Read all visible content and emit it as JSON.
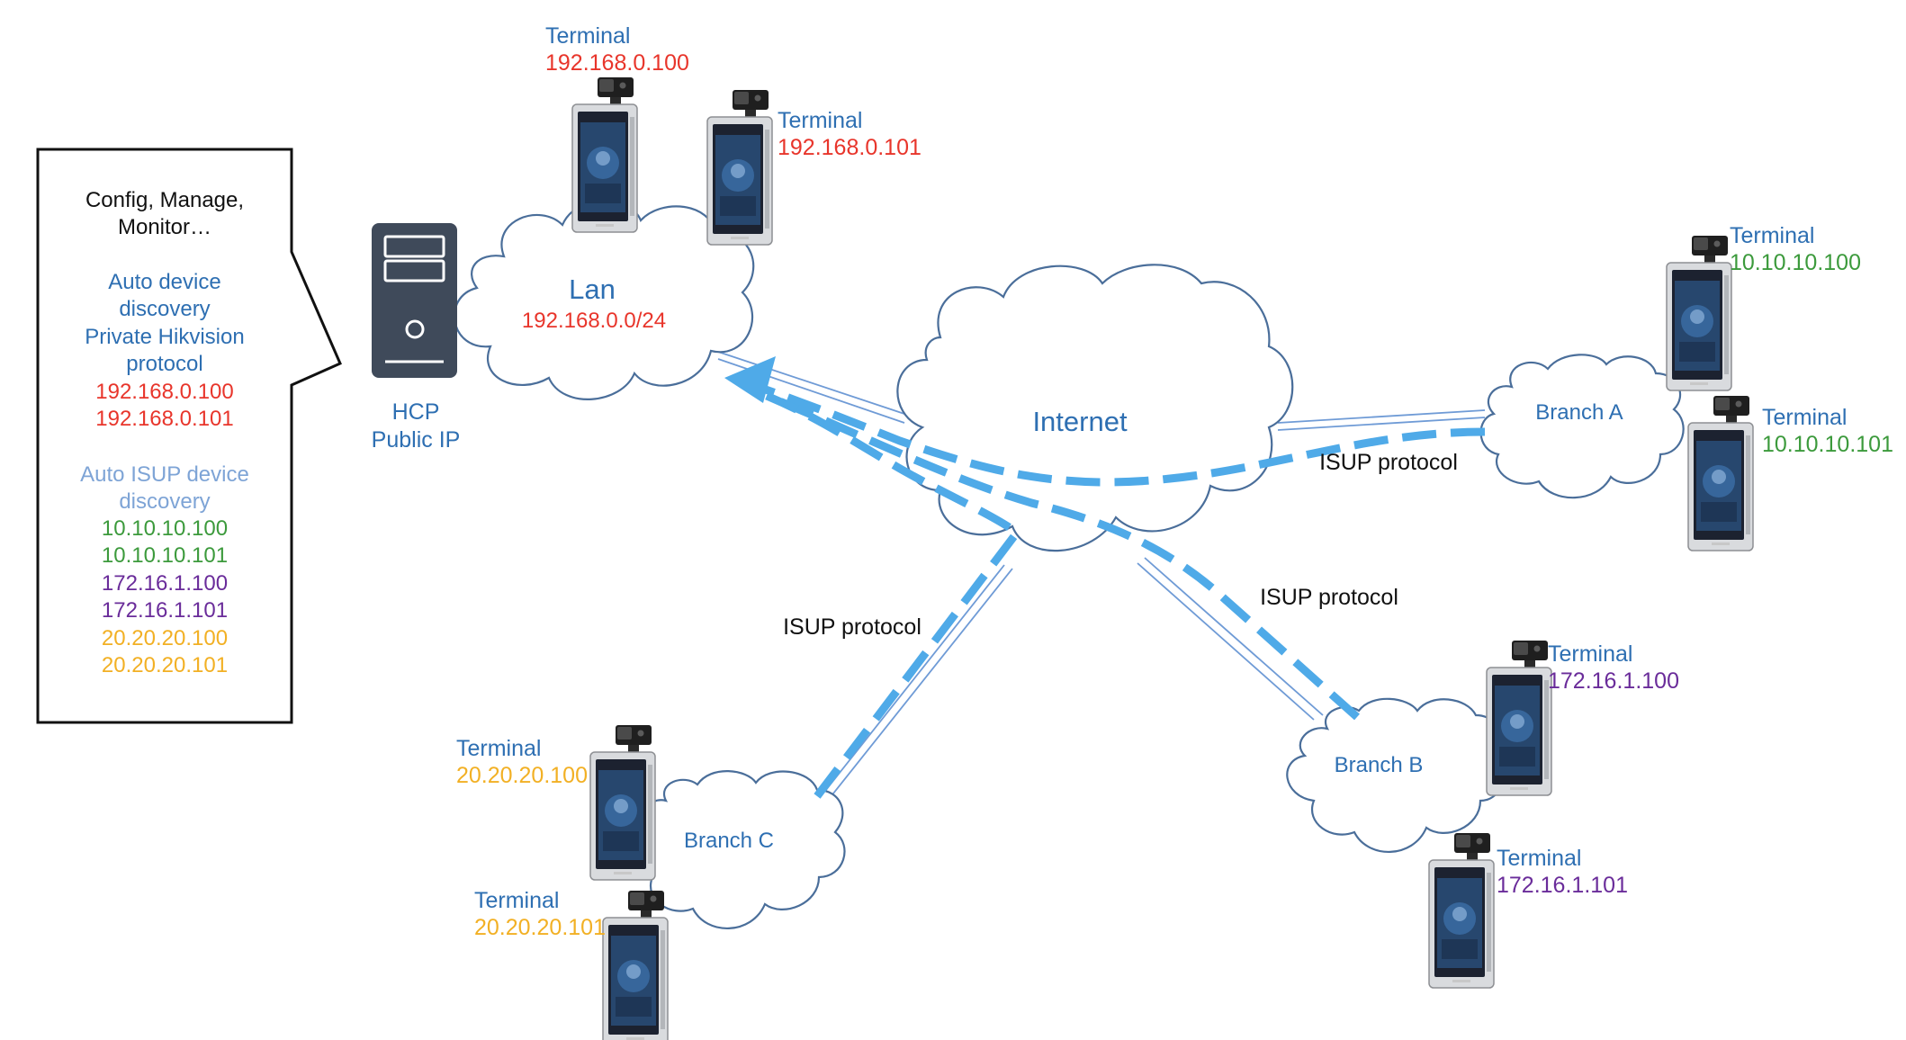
{
  "colors": {
    "blue_text": "#2e6fb2",
    "red": "#e8352b",
    "green": "#3c9a3c",
    "purple": "#6a2c9a",
    "orange": "#f2b024",
    "light_blue": "#7ea4d6",
    "cloud_stroke": "#4a6e9a",
    "arrow": "#4faae8",
    "server": "#3f4a5a"
  },
  "callout": {
    "lines": [
      {
        "text": "Config, Manage,",
        "color": "black"
      },
      {
        "text": "Monitor…",
        "color": "black"
      },
      {
        "text": "Auto device",
        "color": "blue_text"
      },
      {
        "text": "discovery",
        "color": "blue_text"
      },
      {
        "text": "Private Hikvision",
        "color": "blue_text"
      },
      {
        "text": "protocol",
        "color": "blue_text"
      },
      {
        "text": "192.168.0.100",
        "color": "red"
      },
      {
        "text": "192.168.0.101",
        "color": "red"
      },
      {
        "text": "Auto ISUP device",
        "color": "light_blue"
      },
      {
        "text": "discovery",
        "color": "light_blue"
      },
      {
        "text": "10.10.10.100",
        "color": "green"
      },
      {
        "text": "10.10.10.101",
        "color": "green"
      },
      {
        "text": "172.16.1.100",
        "color": "purple"
      },
      {
        "text": "172.16.1.101",
        "color": "purple"
      },
      {
        "text": "20.20.20.100",
        "color": "orange"
      },
      {
        "text": "20.20.20.101",
        "color": "orange"
      }
    ]
  },
  "server": {
    "line1": "HCP",
    "line2": "Public IP"
  },
  "clouds": {
    "lan": {
      "title": "Lan",
      "subnet": "192.168.0.0/24"
    },
    "internet": {
      "title": "Internet"
    },
    "branch_a": {
      "title": "Branch A"
    },
    "branch_b": {
      "title": "Branch B"
    },
    "branch_c": {
      "title": "Branch C"
    }
  },
  "terminals": [
    {
      "id": "lan-1",
      "label": "Terminal",
      "ip": "192.168.0.100",
      "color": "red"
    },
    {
      "id": "lan-2",
      "label": "Terminal",
      "ip": "192.168.0.101",
      "color": "red"
    },
    {
      "id": "a-1",
      "label": "Terminal",
      "ip": "10.10.10.100",
      "color": "green"
    },
    {
      "id": "a-2",
      "label": "Terminal",
      "ip": "10.10.10.101",
      "color": "green"
    },
    {
      "id": "b-1",
      "label": "Terminal",
      "ip": "172.16.1.100",
      "color": "purple"
    },
    {
      "id": "b-2",
      "label": "Terminal",
      "ip": "172.16.1.101",
      "color": "purple"
    },
    {
      "id": "c-1",
      "label": "Terminal",
      "ip": "20.20.20.100",
      "color": "orange"
    },
    {
      "id": "c-2",
      "label": "Terminal",
      "ip": "20.20.20.101",
      "color": "orange"
    }
  ],
  "protocol_labels": {
    "a": "ISUP protocol",
    "b": "ISUP protocol",
    "c": "ISUP protocol"
  }
}
